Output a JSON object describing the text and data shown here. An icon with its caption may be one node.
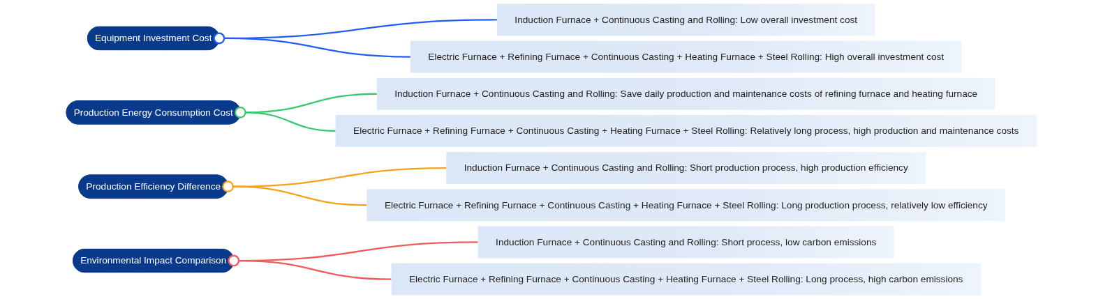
{
  "diagram": {
    "nodes": [
      {
        "text": [
          "Equipment Investment Cost"
        ]
      },
      {
        "text": [
          "Induction Furnace + Continuous Casting and Rolling: Low overall investment cost"
        ]
      },
      {
        "text": [
          "Electric Furnace + Refining Furnace + Continuous Casting + Heating Furnace + Steel Rolling: High overall investment cost"
        ]
      },
      {
        "text": [
          "Production Energy Consumption Cost"
        ]
      },
      {
        "text": [
          "Induction Furnace + Continuous Casting and Rolling: Save daily production and maintenance costs of refining furnace and heating furnace"
        ]
      },
      {
        "text": [
          "Electric Furnace + Refining Furnace + Continuous Casting + Heating Furnace + Steel Rolling: Relatively long process, high production and maintenance costs"
        ]
      },
      {
        "text": [
          "Production Efficiency Difference"
        ]
      },
      {
        "text": [
          "Induction Furnace + Continuous Casting and Rolling: Short production process, high production efficiency"
        ]
      },
      {
        "text": [
          "Electric Furnace + Refining Furnace + Continuous Casting + Heating Furnace + Steel Rolling: Long production process, relatively low efficiency"
        ]
      },
      {
        "text": [
          "Environmental Impact Comparison"
        ]
      },
      {
        "text": [
          "Induction Furnace + Continuous Casting and Rolling: Short process, low carbon emissions"
        ]
      },
      {
        "text": [
          "Electric Furnace + Refining Furnace + Continuous Casting + Heating Furnace + Steel Rolling: Long process, high carbon emissions"
        ]
      }
    ],
    "edges": [
      {
        "from": 0,
        "to": 1,
        "arrow": "other",
        "color": "#1f5ef5"
      },
      {
        "from": 0,
        "to": 2,
        "arrow": "other",
        "color": "#1f5ef5"
      },
      {
        "from": 3,
        "to": 4,
        "arrow": "other",
        "color": "#36c86c"
      },
      {
        "from": 3,
        "to": 5,
        "arrow": "other",
        "color": "#36c86c"
      },
      {
        "from": 6,
        "to": 7,
        "arrow": "other",
        "color": "#f7a11a"
      },
      {
        "from": 6,
        "to": 8,
        "arrow": "other",
        "color": "#f7a11a"
      },
      {
        "from": 9,
        "to": 10,
        "arrow": "other",
        "color": "#f25a5a"
      },
      {
        "from": 9,
        "to": 11,
        "arrow": "other",
        "color": "#f25a5a"
      }
    ]
  }
}
